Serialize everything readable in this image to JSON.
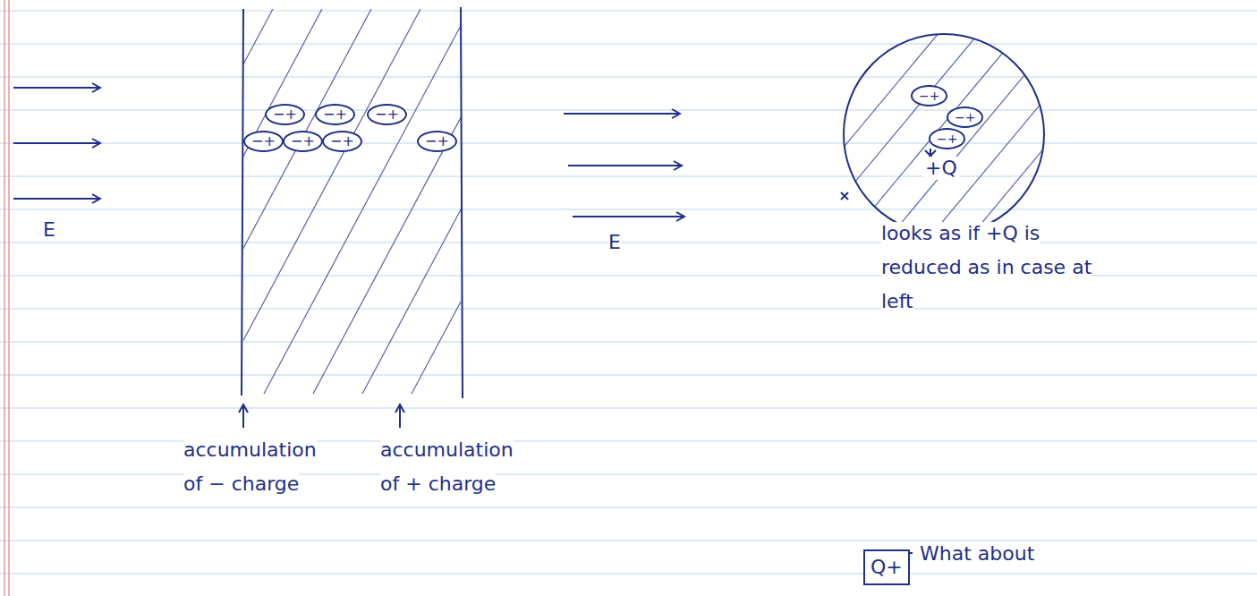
{
  "diagram": {
    "nodes": [
      {
        "text": [
          "−+"
        ]
      },
      {
        "text": [
          "−+"
        ]
      },
      {
        "text": [
          "−+"
        ]
      },
      {
        "text": [
          "−+"
        ]
      },
      {
        "text": [
          "−+"
        ]
      },
      {
        "text": [
          "−+"
        ]
      },
      {
        "text": [
          "−+"
        ]
      },
      {
        "text": [
          "+Q"
        ]
      },
      {
        "text": [
          "−+"
        ],
        "in": 7
      },
      {
        "text": [
          "−+"
        ],
        "in": 7
      },
      {
        "text": [
          "−+"
        ],
        "in": 7
      },
      {
        "text": [
          "Q+"
        ]
      }
    ],
    "labels": [
      "E",
      "E",
      "accumulation of − charge",
      "accumulation of + charge",
      "looks as if +Q is reduced as in case at left",
      "What about"
    ]
  }
}
